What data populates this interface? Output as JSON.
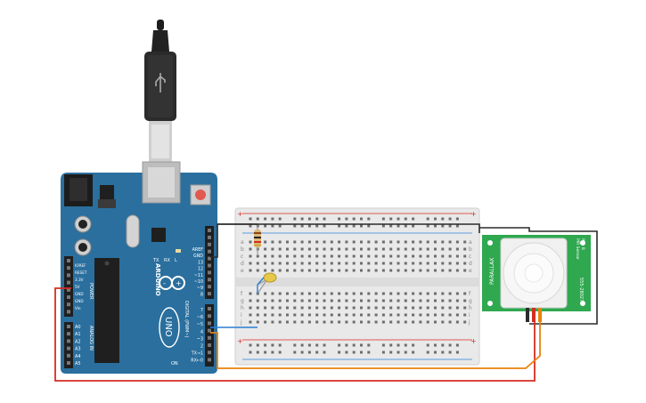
{
  "arduino": {
    "brand": "ARDUINO",
    "model": "UNO",
    "power_header_label": "POWER",
    "analog_header_label": "ANALOG IN",
    "digital_header_label": "DIGITAL (PWM~)",
    "power_pins": [
      "IOREF",
      "RESET",
      "3.3V",
      "5V",
      "GND",
      "GND",
      "Vin"
    ],
    "analog_pins": [
      "A0",
      "A1",
      "A2",
      "A3",
      "A4",
      "A5"
    ],
    "digital_top_pins": [
      "AREF",
      "GND",
      "13",
      "12",
      "~11",
      "~10",
      "~9",
      "8"
    ],
    "digital_bottom_pins": [
      "7",
      "~6",
      "~5",
      "4",
      "~3",
      "2",
      "TX→1",
      "RX←0"
    ],
    "led_labels": [
      "L",
      "TX",
      "RX",
      "ON"
    ],
    "colors": {
      "board": "#2a6f9e",
      "board_dark": "#1e5a85"
    }
  },
  "breadboard": {
    "row_letters_top": [
      "a",
      "b",
      "c",
      "d",
      "e"
    ],
    "row_letters_bottom": [
      "f",
      "g",
      "h",
      "i",
      "j"
    ],
    "rail_plus": "+",
    "rail_minus": "-",
    "column_count": 30
  },
  "pir_sensor": {
    "brand": "PARALLAX",
    "title_line1": "PIR Sensor",
    "title_line2": "Rev B",
    "part_number": "555-28027",
    "color": "#2fa84f"
  },
  "wires": {
    "red": "#d62d20",
    "black": "#2b2b2b",
    "orange": "#e8820e",
    "blue": "#2a7fd4"
  }
}
